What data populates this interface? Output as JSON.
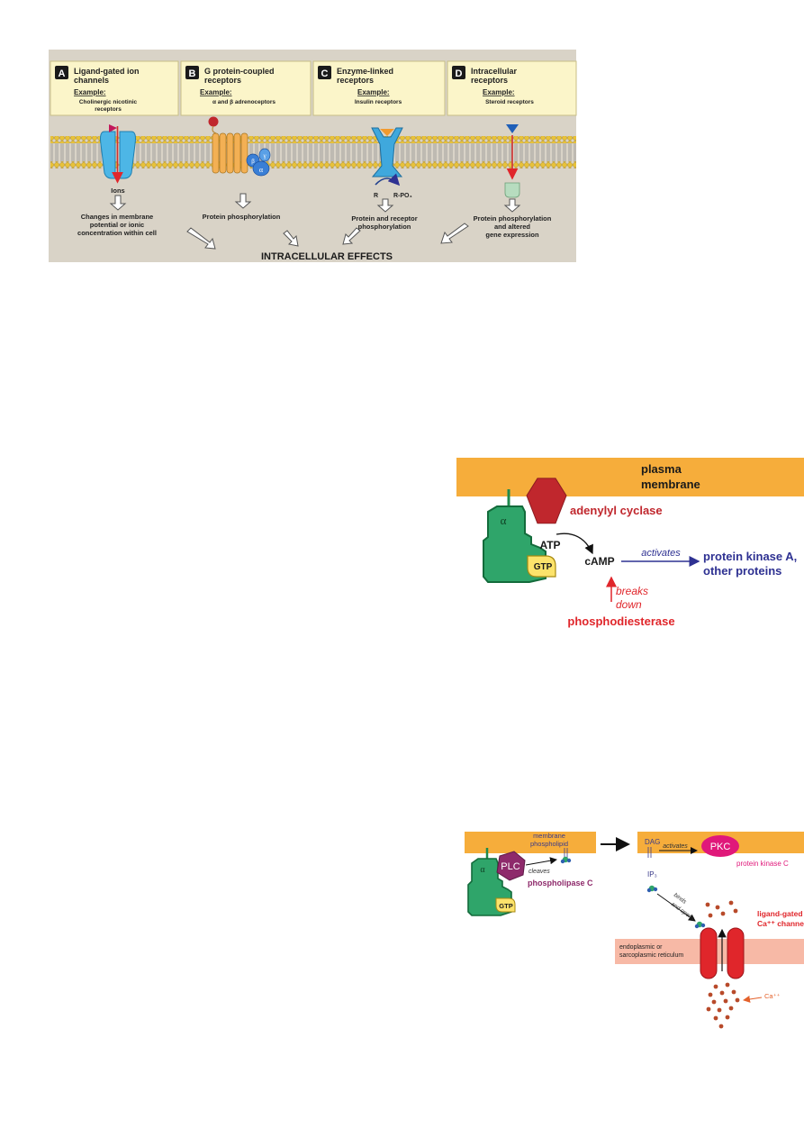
{
  "receptors_figure": {
    "panels": [
      {
        "letter": "A",
        "title_1": "Ligand-gated ion",
        "title_2": "channels",
        "example_label": "Example:",
        "example_1": "Cholinergic nicotinic",
        "example_2": "receptors"
      },
      {
        "letter": "B",
        "title_1": "G protein-coupled",
        "title_2": "receptors",
        "example_label": "Example:",
        "example_1": "α and β adrenoceptors",
        "example_2": ""
      },
      {
        "letter": "C",
        "title_1": "Enzyme-linked",
        "title_2": "receptors",
        "example_label": "Example:",
        "example_1": "Insulin receptors",
        "example_2": ""
      },
      {
        "letter": "D",
        "title_1": "Intracellular",
        "title_2": "receptors",
        "example_label": "Example:",
        "example_1": "Steroid receptors",
        "example_2": ""
      }
    ],
    "labels": {
      "ions": "Ions",
      "gamma": "γ",
      "beta": "β",
      "alpha": "α",
      "r": "R",
      "rpo4": "R-PO₄"
    },
    "effects": {
      "a_1": "Changes in membrane",
      "a_2": "potential or ionic",
      "a_3": "concentration within cell",
      "b_1": "Protein phosphorylation",
      "c_1": "Protein and receptor",
      "c_2": "phosphorylation",
      "d_1": "Protein phosphorylation",
      "d_2": "and altered",
      "d_3": "gene expression"
    },
    "footer": "INTRACELLULAR EFFECTS"
  },
  "camp_figure": {
    "membrane_1": "plasma",
    "membrane_2": "membrane",
    "alpha": "α",
    "gtp": "GTP",
    "adenylyl": "adenylyl cyclase",
    "atp": "ATP",
    "camp": "cAMP",
    "activates": "activates",
    "pka_1": "protein kinase A,",
    "pka_2": "other proteins",
    "breaks_1": "breaks",
    "breaks_2": "down",
    "pde": "phosphodiesterase"
  },
  "plc_figure": {
    "membrane_phos_1": "membrane",
    "membrane_phos_2": "phospholipid",
    "alpha": "α",
    "plc": "PLC",
    "gtp": "GTP",
    "cleaves": "cleaves",
    "phospholipase": "phospholipase C",
    "dag": "DAG",
    "activates": "activates",
    "pkc": "PKC",
    "protein_kinase_c": "protein kinase C",
    "ip3": "IP₃",
    "binds_1": "binds",
    "binds_2": "and opens",
    "channel_1": "ligand-gated",
    "channel_2": "Ca⁺⁺ channel",
    "er_1": "endoplasmic or",
    "er_2": "sarcoplasmic reticulum",
    "ca": "Ca⁺⁺"
  },
  "colors": {
    "membrane_orange": "#f6ad3b",
    "gprotein_green": "#2fa56a",
    "adenylyl_red": "#c0272d",
    "camp_blue": "#2e3192",
    "plc_purple": "#8e2a6b",
    "pkc_pink": "#e0187a",
    "channel_red": "#e0262b",
    "er_pink": "#f7b9a6",
    "panel_yellow": "#fbf5c9",
    "figure_bg": "#d9d3c7"
  }
}
